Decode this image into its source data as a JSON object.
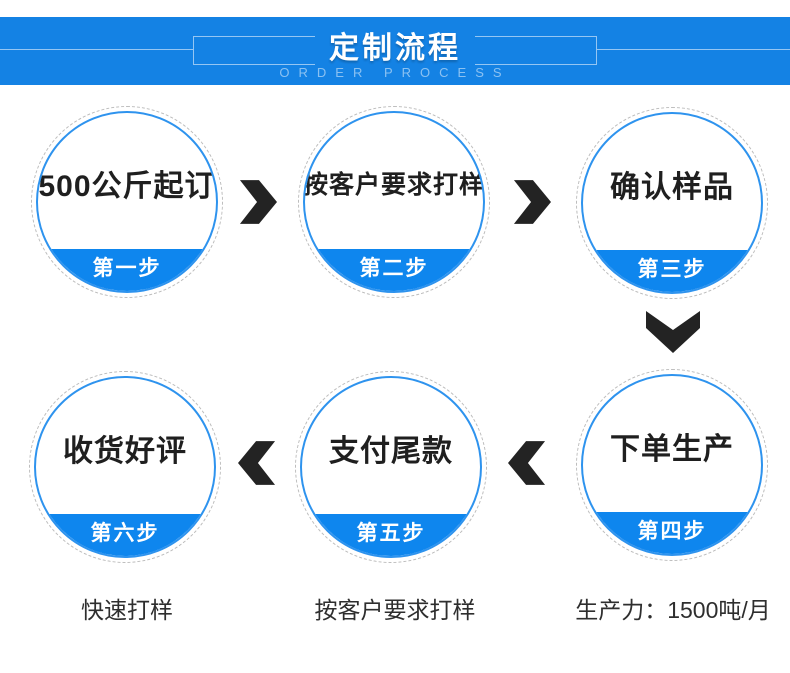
{
  "header": {
    "title": "定制流程",
    "subtitle": "ORDER PROCESS"
  },
  "steps": [
    {
      "label": "500公斤起订",
      "step": "第一步"
    },
    {
      "label": "按客户要求打样",
      "step": "第二步"
    },
    {
      "label": "确认样品",
      "step": "第三步"
    },
    {
      "label": "下单生产",
      "step": "第四步"
    },
    {
      "label": "支付尾款",
      "step": "第五步"
    },
    {
      "label": "收货好评",
      "step": "第六步"
    }
  ],
  "captions": [
    "快速打样",
    "按客户要求打样",
    "生产力：1500吨/月"
  ],
  "icons": {
    "arrow_right": "chevron-right-icon",
    "arrow_down": "chevron-down-icon",
    "arrow_left": "chevron-left-icon"
  },
  "colors": {
    "banner_blue": "#1482e4",
    "circle_border_blue": "#2e93ee",
    "band_blue": "#0e86ee",
    "arrow_dark": "#232323",
    "dashed_ring_gray": "#bdbdbd"
  }
}
